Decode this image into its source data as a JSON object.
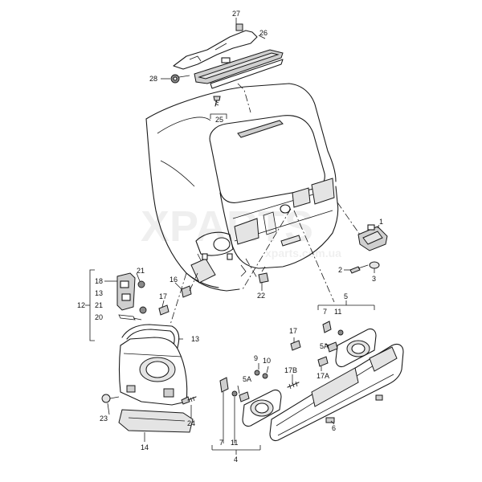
{
  "watermark": {
    "brand": "XPARTS",
    "domain": "xparts.com.ua"
  },
  "callouts": [
    {
      "id": "c27",
      "label": "27"
    },
    {
      "id": "c26",
      "label": "26"
    },
    {
      "id": "c28",
      "label": "28"
    },
    {
      "id": "c25",
      "label": "25"
    },
    {
      "id": "c1",
      "label": "1"
    },
    {
      "id": "c2",
      "label": "2"
    },
    {
      "id": "c3",
      "label": "3"
    },
    {
      "id": "c21a",
      "label": "21"
    },
    {
      "id": "c18",
      "label": "18"
    },
    {
      "id": "c13a",
      "label": "13"
    },
    {
      "id": "c12",
      "label": "12"
    },
    {
      "id": "c21b",
      "label": "21"
    },
    {
      "id": "c20",
      "label": "20"
    },
    {
      "id": "c16",
      "label": "16"
    },
    {
      "id": "c17a",
      "label": "17"
    },
    {
      "id": "c22",
      "label": "22"
    },
    {
      "id": "c13b",
      "label": "13"
    },
    {
      "id": "c5",
      "label": "5"
    },
    {
      "id": "c7a",
      "label": "7"
    },
    {
      "id": "c11a",
      "label": "11"
    },
    {
      "id": "c17b",
      "label": "17"
    },
    {
      "id": "c5Aa",
      "label": "5A"
    },
    {
      "id": "c17A",
      "label": "17A"
    },
    {
      "id": "c9",
      "label": "9"
    },
    {
      "id": "c10",
      "label": "10"
    },
    {
      "id": "c17B",
      "label": "17B"
    },
    {
      "id": "c5Ab",
      "label": "5A"
    },
    {
      "id": "c23",
      "label": "23"
    },
    {
      "id": "c24",
      "label": "24"
    },
    {
      "id": "c14",
      "label": "14"
    },
    {
      "id": "c6",
      "label": "6"
    },
    {
      "id": "c7b",
      "label": "7"
    },
    {
      "id": "c11b",
      "label": "11"
    },
    {
      "id": "c4",
      "label": "4"
    }
  ]
}
